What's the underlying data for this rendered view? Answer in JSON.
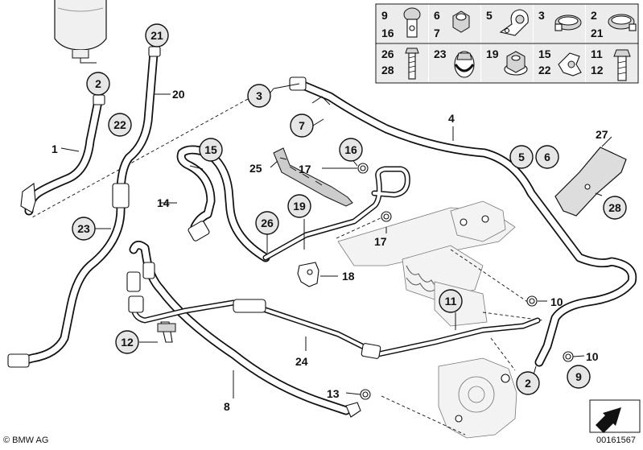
{
  "legend": {
    "cells": [
      {
        "icon": "banjo-bolt-icon",
        "labels": [
          "9",
          "16"
        ]
      },
      {
        "icon": "hex-nut-icon",
        "labels": [
          "6",
          "7"
        ]
      },
      {
        "icon": "pipe-clamp-icon",
        "labels": [
          "5"
        ]
      },
      {
        "icon": "hose-clip-icon",
        "labels": [
          "3"
        ]
      },
      {
        "icon": "hose-clamp-icon",
        "labels": [
          "2",
          "21"
        ]
      },
      {
        "icon": "hex-bolt-icon",
        "labels": [
          "26",
          "28"
        ]
      },
      {
        "icon": "cable-tie-icon",
        "labels": [
          "23"
        ]
      },
      {
        "icon": "flange-nut-icon",
        "labels": [
          "19"
        ]
      },
      {
        "icon": "spring-clip-icon",
        "labels": [
          "15",
          "22"
        ]
      },
      {
        "icon": "screw-icon",
        "labels": [
          "11",
          "12"
        ]
      }
    ]
  },
  "callouts": {
    "c1": "1",
    "c2a": "2",
    "c2b": "2",
    "c3": "3",
    "c4": "4",
    "c5": "5",
    "c6": "6",
    "c7": "7",
    "c8": "8",
    "c9": "9",
    "c10a": "10",
    "c10b": "10",
    "c11": "11",
    "c12": "12",
    "c13": "13",
    "c14": "14",
    "c15": "15",
    "c16": "16",
    "c17a": "17",
    "c17b": "17",
    "c18": "18",
    "c19": "19",
    "c20": "20",
    "c21": "21",
    "c22": "22",
    "c23": "23",
    "c24": "24",
    "c25": "25",
    "c26": "26",
    "c27": "27",
    "c28": "28"
  },
  "footer": {
    "brand": "© BMW AG",
    "doc_number": "00161567"
  }
}
